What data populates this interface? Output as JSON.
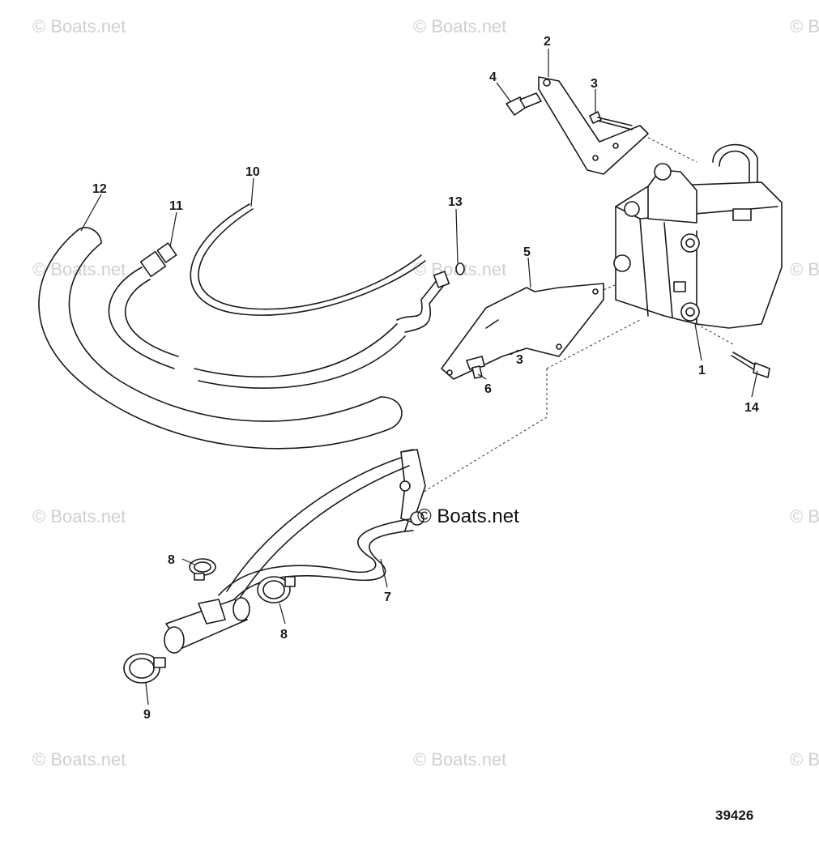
{
  "watermark": {
    "text": "© Boats.net",
    "main_text": "© Boats.net",
    "edge_text": "© B"
  },
  "callouts": {
    "c1": "1",
    "c2": "2",
    "c3a": "3",
    "c3b": "3",
    "c4": "4",
    "c5": "5",
    "c6": "6",
    "c7": "7",
    "c8a": "8",
    "c8b": "8",
    "c9": "9",
    "c10": "10",
    "c11": "11",
    "c12": "12",
    "c13": "13",
    "c14": "14"
  },
  "reference_number": "39426"
}
